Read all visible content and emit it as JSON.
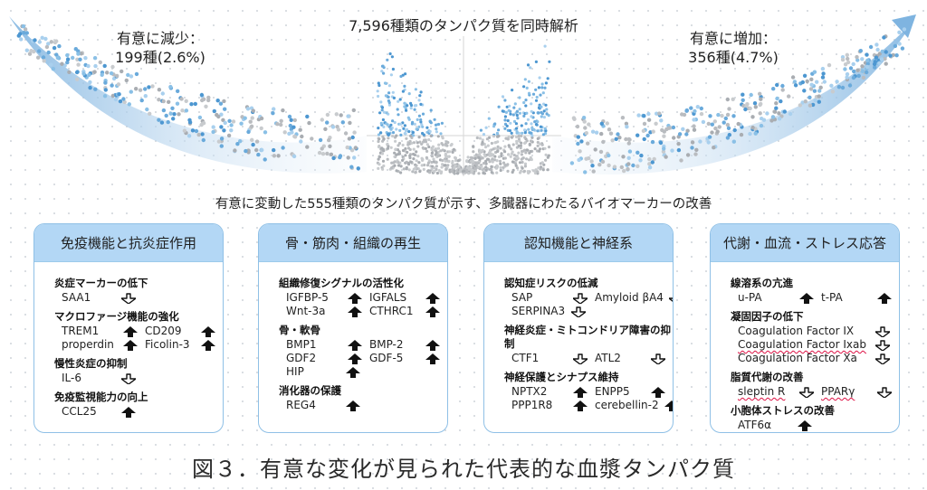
{
  "header": {
    "title": "7,596種類のタンパク質を同時解析",
    "decreased": {
      "label": "有意に減少：",
      "value": "199種(2.6%)"
    },
    "increased": {
      "label": "有意に増加：",
      "value": "356種(4.7%)"
    },
    "subtitle": "有意に変動した555種類のタンパク質が示す、多臓器にわたるバイオマーカーの改善"
  },
  "colors": {
    "accent": "#5aa6dc",
    "header_fill": "#b3d7f5",
    "border": "#8fc0e6",
    "scatter_gray": "#b9bcc0"
  },
  "cards": [
    {
      "title": "免疫機能と抗炎症作用",
      "sections": [
        {
          "title": "炎症マーカーの低下",
          "rows": [
            [
              {
                "name": "SAA1",
                "dir": "down"
              }
            ]
          ]
        },
        {
          "title": "マクロファージ機能の強化",
          "rows": [
            [
              {
                "name": "TREM1",
                "dir": "up"
              },
              {
                "name": "CD209",
                "dir": "up"
              }
            ],
            [
              {
                "name": "properdin",
                "dir": "up"
              },
              {
                "name": "Ficolin-3",
                "dir": "up"
              }
            ]
          ]
        },
        {
          "title": "慢性炎症の抑制",
          "rows": [
            [
              {
                "name": "IL-6",
                "dir": "down"
              }
            ]
          ]
        },
        {
          "title": "免疫監視能力の向上",
          "rows": [
            [
              {
                "name": "CCL25",
                "dir": "up"
              }
            ]
          ]
        }
      ]
    },
    {
      "title": "骨・筋肉・組織の再生",
      "sections": [
        {
          "title": "組織修復シグナルの活性化",
          "rows": [
            [
              {
                "name": "IGFBP-5",
                "dir": "up"
              },
              {
                "name": "IGFALS",
                "dir": "up"
              }
            ],
            [
              {
                "name": "Wnt-3a",
                "dir": "up"
              },
              {
                "name": "CTHRC1",
                "dir": "up"
              }
            ]
          ]
        },
        {
          "title": "骨・軟骨",
          "rows": [
            [
              {
                "name": "BMP1",
                "dir": "up"
              },
              {
                "name": "BMP-2",
                "dir": "up"
              }
            ],
            [
              {
                "name": "GDF2",
                "dir": "up"
              },
              {
                "name": "GDF-5",
                "dir": "up"
              }
            ],
            [
              {
                "name": "HIP",
                "dir": "up"
              }
            ]
          ]
        },
        {
          "title": "消化器の保護",
          "rows": [
            [
              {
                "name": "REG4",
                "dir": "up"
              }
            ]
          ]
        }
      ]
    },
    {
      "title": "認知機能と神経系",
      "sections": [
        {
          "title": "認知症リスクの低減",
          "rows": [
            [
              {
                "name": "SAP",
                "dir": "down"
              },
              {
                "name": "Amyloid βA4",
                "dir": "down"
              }
            ],
            [
              {
                "name": "SERPINA3",
                "dir": "down"
              }
            ]
          ]
        },
        {
          "title": "神経炎症・ミトコンドリア障害の抑制",
          "rows": [
            [
              {
                "name": "CTF1",
                "dir": "down"
              },
              {
                "name": "ATL2",
                "dir": "down"
              }
            ]
          ]
        },
        {
          "title": "神経保護とシナプス維持",
          "rows": [
            [
              {
                "name": "NPTX2",
                "dir": "up"
              },
              {
                "name": "ENPP5",
                "dir": "up"
              }
            ],
            [
              {
                "name": "PPP1R8",
                "dir": "up"
              },
              {
                "name": "cerebellin-2",
                "dir": "up"
              }
            ]
          ]
        }
      ]
    },
    {
      "title": "代謝・血流・ストレス応答",
      "sections": [
        {
          "title": "線溶系の亢進",
          "rows": [
            [
              {
                "name": "u-PA",
                "dir": "up"
              },
              {
                "name": "t-PA",
                "dir": "up"
              }
            ]
          ]
        },
        {
          "title": "凝固因子の低下",
          "rows": [
            [
              {
                "name": "Coagulation Factor IX",
                "dir": "down"
              }
            ],
            [
              {
                "name": "Coagulation Factor Ixab",
                "dir": "down"
              }
            ],
            [
              {
                "name": "Coagulation Factor Xa",
                "dir": "down"
              }
            ]
          ]
        },
        {
          "title": "脂質代謝の改善",
          "rows": [
            [
              {
                "name": "sleptin R",
                "dir": "down"
              },
              {
                "name": "PPARγ",
                "dir": "down"
              }
            ]
          ]
        },
        {
          "title": "小胞体ストレスの改善",
          "rows": [
            [
              {
                "name": "ATF6α",
                "dir": "up"
              }
            ]
          ]
        }
      ]
    }
  ],
  "caption": "図３．有意な変化が見られた代表的な血漿タンパク質"
}
